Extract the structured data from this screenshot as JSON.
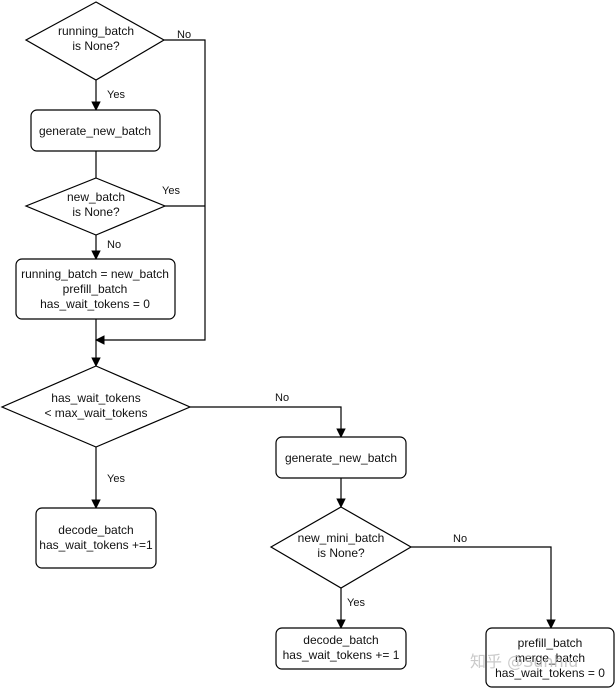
{
  "diagram": {
    "nodes": {
      "d1": {
        "lines": [
          "running_batch",
          "is None?"
        ]
      },
      "b1": {
        "lines": [
          "generate_new_batch"
        ]
      },
      "d2": {
        "lines": [
          "new_batch",
          "is None?"
        ]
      },
      "b2": {
        "lines": [
          "running_batch = new_batch",
          "prefill_batch",
          "has_wait_tokens = 0"
        ]
      },
      "d3": {
        "lines": [
          "has_wait_tokens",
          "< max_wait_tokens"
        ]
      },
      "b3": {
        "lines": [
          "generate_new_batch"
        ]
      },
      "b4": {
        "lines": [
          "decode_batch",
          "has_wait_tokens +=1"
        ]
      },
      "d4": {
        "lines": [
          "new_mini_batch",
          "is None?"
        ]
      },
      "b5": {
        "lines": [
          "decode_batch",
          "has_wait_tokens += 1"
        ]
      },
      "b6": {
        "lines": [
          "prefill_batch",
          "merge_batch",
          "has_wait_tokens = 0"
        ]
      }
    },
    "edge_labels": {
      "d1_no": "No",
      "d1_yes": "Yes",
      "d2_yes": "Yes",
      "d2_no": "No",
      "d3_no": "No",
      "d3_yes": "Yes",
      "d4_no": "No",
      "d4_yes": "Yes"
    }
  },
  "watermark": {
    "text": "知乎 @Sunhlu"
  }
}
